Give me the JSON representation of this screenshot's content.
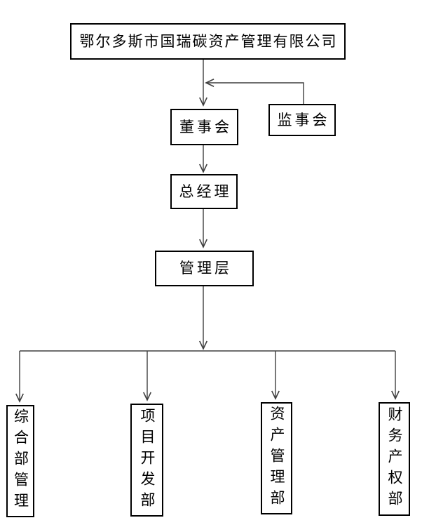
{
  "chart": {
    "type": "org-chart",
    "nodes": {
      "company": {
        "label": "鄂尔多斯市国瑞碳资产管理有限公司"
      },
      "board": {
        "label": "董事会"
      },
      "supervisory": {
        "label": "监事会"
      },
      "general_manager": {
        "label": "总经理"
      },
      "management": {
        "label": "管理层"
      },
      "dept_general": {
        "label": "综合部管理"
      },
      "dept_project": {
        "label": "项目开发部"
      },
      "dept_asset": {
        "label": "资产管理部"
      },
      "dept_finance": {
        "label": "财务产权部"
      }
    },
    "edges": [
      {
        "from": "company",
        "to": "board",
        "arrow": true
      },
      {
        "from": "supervisory",
        "to": "board",
        "arrow": true
      },
      {
        "from": "board",
        "to": "general_manager",
        "arrow": true
      },
      {
        "from": "general_manager",
        "to": "management",
        "arrow": true
      },
      {
        "from": "management",
        "to": "dept_general",
        "arrow": true
      },
      {
        "from": "management",
        "to": "dept_project",
        "arrow": true
      },
      {
        "from": "management",
        "to": "dept_asset",
        "arrow": true
      },
      {
        "from": "management",
        "to": "dept_finance",
        "arrow": true
      }
    ],
    "colors": {
      "line": "#3f3f3f",
      "box_border": "#000000",
      "background": "#ffffff",
      "text": "#000000"
    }
  }
}
